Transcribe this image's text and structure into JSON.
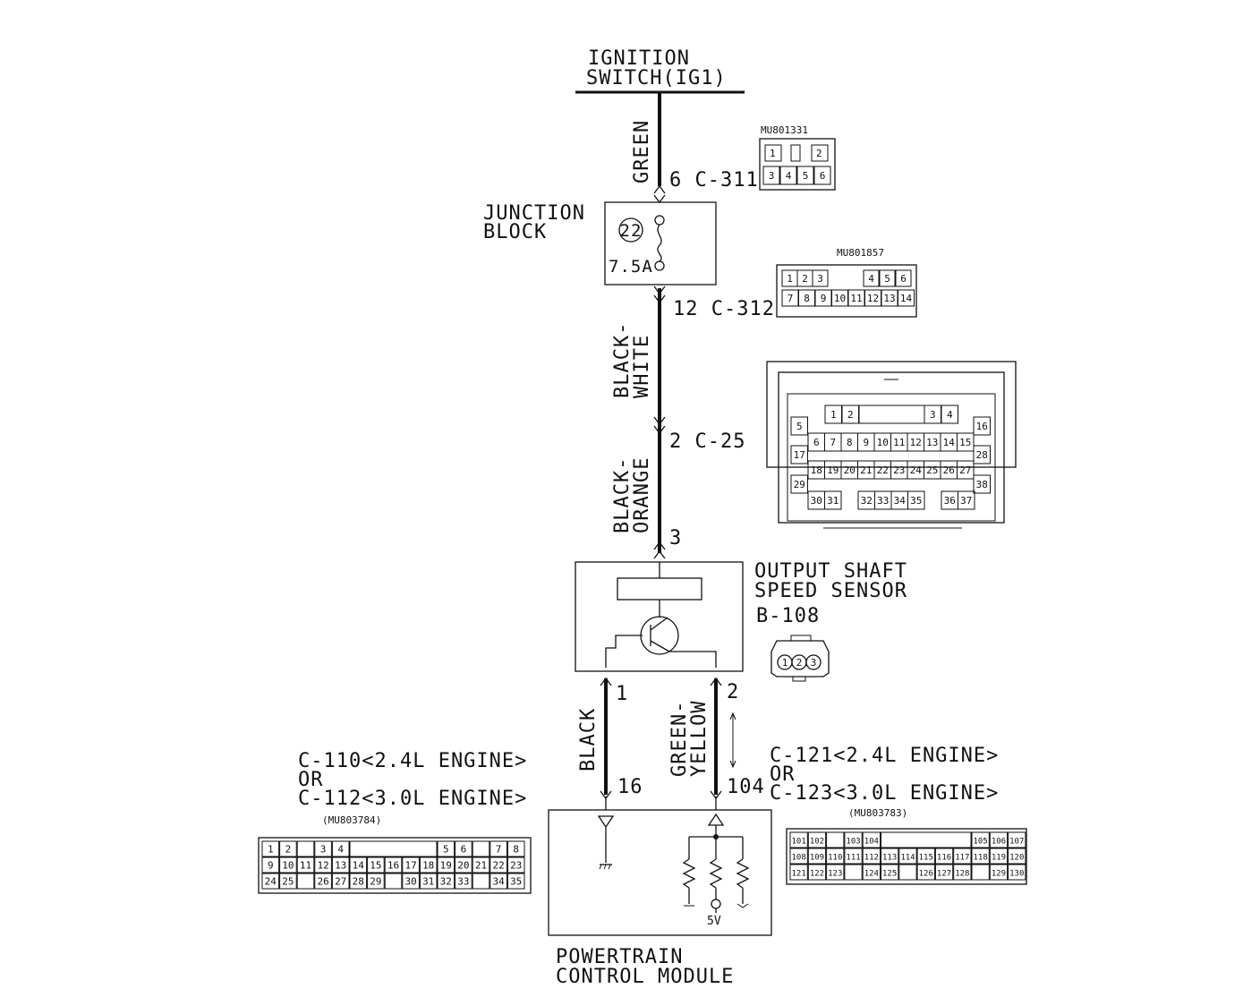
{
  "ignition_switch": {
    "line1": "IGNITION",
    "line2": "SWITCH(IG1)"
  },
  "wires": {
    "w1": "GREEN",
    "w2a": "BLACK-",
    "w2b": "WHITE",
    "w3a": "BLACK-",
    "w3b": "ORANGE",
    "w4": "BLACK",
    "w5a": "GREEN-",
    "w5b": "YELLOW"
  },
  "connectors": {
    "c311": "6 C-311",
    "c312": "12 C-312",
    "c25": "2 C-25",
    "pin3": "3",
    "pin1": "1",
    "pin2": "2",
    "pin16": "16",
    "pin104": "104"
  },
  "junction_block": {
    "line1": "JUNCTION",
    "line2": "BLOCK",
    "fuse_number": "22",
    "fuse_rating": "7.5A"
  },
  "sensor": {
    "line1": "OUTPUT SHAFT",
    "line2": "SPEED SENSOR",
    "id": "B-108",
    "pins": [
      "1",
      "2",
      "3"
    ]
  },
  "pcm": {
    "line1": "POWERTRAIN",
    "line2": "CONTROL MODULE",
    "supply": "5V"
  },
  "left_connector_note": {
    "line1": "C-110<2.4L ENGINE>",
    "line2": "OR",
    "line3": "C-112<3.0L ENGINE>",
    "part": "(MU803784)"
  },
  "right_connector_note": {
    "line1": "C-121<2.4L ENGINE>",
    "line2": "OR",
    "line3": "C-123<3.0L ENGINE>",
    "part": "(MU803783)"
  },
  "part_mu801331": "MU801331",
  "part_mu801857": "MU801857",
  "mu801331_pins": {
    "top": [
      "1",
      "2"
    ],
    "bottom": [
      "3",
      "4",
      "5",
      "6"
    ]
  },
  "mu801857_pins": {
    "top": [
      "1",
      "2",
      "3",
      "4",
      "5",
      "6"
    ],
    "bottom": [
      "7",
      "8",
      "9",
      "10",
      "11",
      "12",
      "13",
      "14"
    ]
  },
  "c25_pins": {
    "row1": [
      "1",
      "2",
      "3",
      "4"
    ],
    "row2": [
      "5",
      "16"
    ],
    "row3": [
      "6",
      "7",
      "8",
      "9",
      "10",
      "11",
      "12",
      "13",
      "14",
      "15"
    ],
    "row4": [
      "17",
      "28"
    ],
    "row5": [
      "18",
      "19",
      "20",
      "21",
      "22",
      "23",
      "24",
      "25",
      "26",
      "27"
    ],
    "row6": [
      "29",
      "38"
    ],
    "row7": [
      "30",
      "31",
      "32",
      "33",
      "34",
      "35",
      "36",
      "37"
    ]
  },
  "left_grid_pins": {
    "row1": [
      "1",
      "2",
      "",
      "3",
      "4",
      "",
      "",
      "",
      "",
      "",
      "5",
      "6",
      "",
      "7",
      "8"
    ],
    "row2": [
      "9",
      "10",
      "11",
      "12",
      "13",
      "14",
      "15",
      "16",
      "17",
      "18",
      "19",
      "20",
      "21",
      "22",
      "23"
    ],
    "row3": [
      "24",
      "25",
      "",
      "26",
      "27",
      "28",
      "29",
      "",
      "30",
      "31",
      "32",
      "33",
      "",
      "34",
      "35"
    ]
  },
  "right_grid_pins": {
    "row1": [
      "101",
      "102",
      "",
      "103",
      "104",
      "",
      "",
      "",
      "",
      "",
      "105",
      "106",
      "107"
    ],
    "row2": [
      "108",
      "109",
      "110",
      "111",
      "112",
      "113",
      "114",
      "115",
      "116",
      "117",
      "118",
      "119",
      "120"
    ],
    "row3": [
      "121",
      "122",
      "123",
      "",
      "124",
      "125",
      "",
      "126",
      "127",
      "128",
      "",
      "129",
      "130"
    ]
  }
}
